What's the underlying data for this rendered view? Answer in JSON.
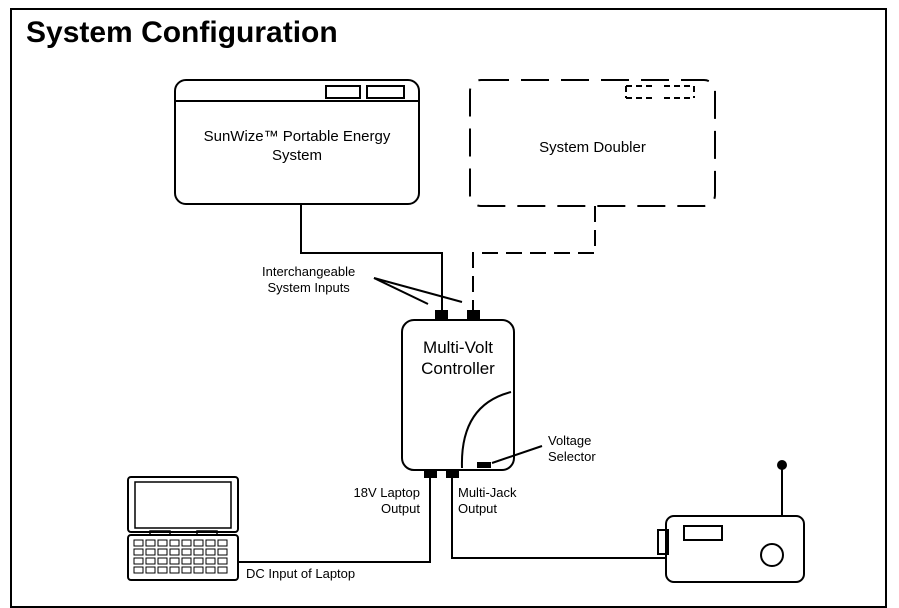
{
  "title": "System Configuration",
  "components": {
    "portable_energy_system": {
      "label_line1": "SunWize™ Portable Energy",
      "label_line2": "System"
    },
    "system_doubler": {
      "label": "System Doubler"
    },
    "controller": {
      "label_line1": "Multi-Volt",
      "label_line2": "Controller"
    }
  },
  "annotations": {
    "inputs_line1": "Interchangeable",
    "inputs_line2": "System Inputs",
    "voltage_line1": "Voltage",
    "voltage_line2": "Selector",
    "laptop_output_line1": "18V Laptop",
    "laptop_output_line2": "Output",
    "multijack_output_line1": "Multi-Jack",
    "multijack_output_line2": "Output",
    "laptop_input": "DC Input of Laptop"
  }
}
